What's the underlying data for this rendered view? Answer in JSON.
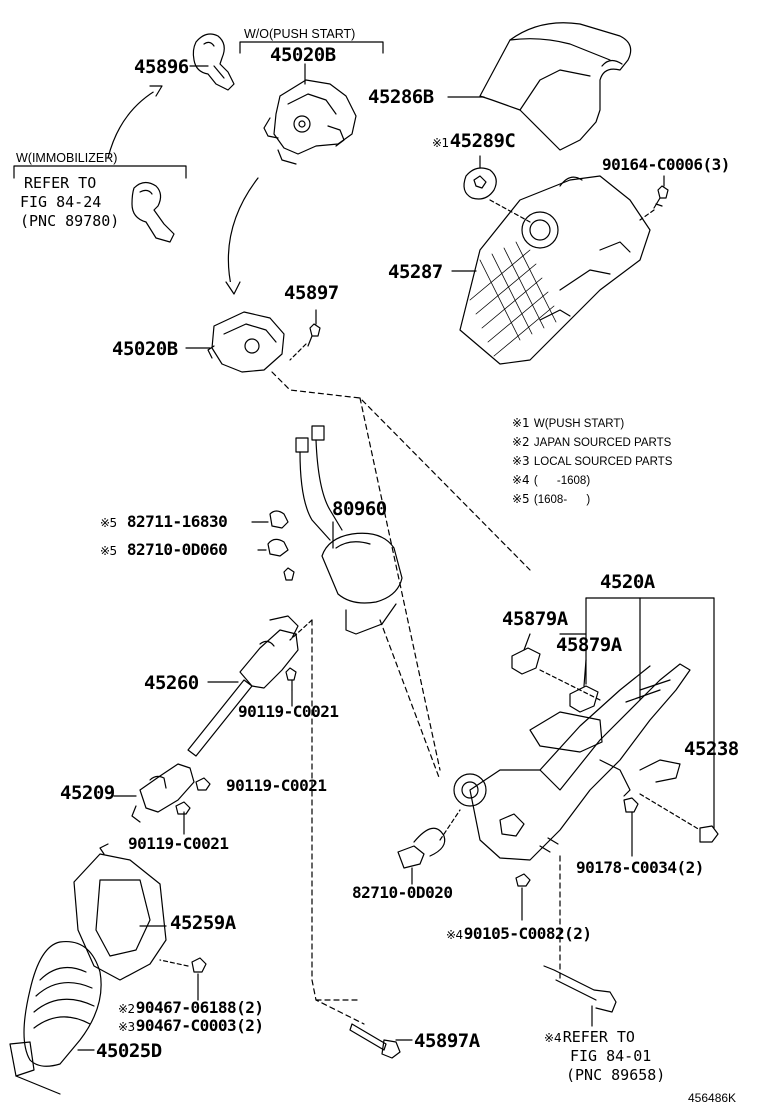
{
  "conditions": {
    "w_o_push_start": "W/O(PUSH START)",
    "w_immobilizer": "W(IMMOBILIZER)"
  },
  "immobilizer_ref": {
    "line1": "REFER TO",
    "line2": "FIG 84-24",
    "line3": "(PNC 89780)"
  },
  "lower_ref": {
    "mark": "※4",
    "line1": "REFER TO",
    "line2": "FIG 84-01",
    "line3": "(PNC 89658)"
  },
  "parts": {
    "p45896": "45896",
    "p45020b_top": "45020B",
    "p45286b": "45286B",
    "p45289c_mark": "※1",
    "p45289c": "45289C",
    "p90164": "90164-C0006(3)",
    "p45287": "45287",
    "p45897": "45897",
    "p45020b_mid": "45020B",
    "p82711_mark": "※5",
    "p82711": "82711-16830",
    "p82710_0d060_mark": "※5",
    "p82710_0d060": "82710-0D060",
    "p80960": "80960",
    "p4520a": "4520A",
    "p45879a_1": "45879A",
    "p45879a_2": "45879A",
    "p45260": "45260",
    "p90119_1": "90119-C0021",
    "p45238": "45238",
    "p45209": "45209",
    "p90119_2": "90119-C0021",
    "p90119_3": "90119-C0021",
    "p90178": "90178-C0034(2)",
    "p82710_0d020": "82710-0D020",
    "p45259a": "45259A",
    "p90105_mark": "※4",
    "p90105": "90105-C0082(2)",
    "p90467_1_mark": "※2",
    "p90467_1": "90467-06188(2)",
    "p90467_2_mark": "※3",
    "p90467_2": "90467-C0003(2)",
    "p45025d": "45025D",
    "p45897a": "45897A"
  },
  "legend": [
    {
      "mark": "※1",
      "text": "W(PUSH START)"
    },
    {
      "mark": "※2",
      "text": "JAPAN SOURCED PARTS"
    },
    {
      "mark": "※3",
      "text": "LOCAL SOURCED PARTS"
    },
    {
      "mark": "※4",
      "text": "(      -1608)"
    },
    {
      "mark": "※5",
      "text": "(1608-      )"
    }
  ],
  "figure_number": "456486K"
}
